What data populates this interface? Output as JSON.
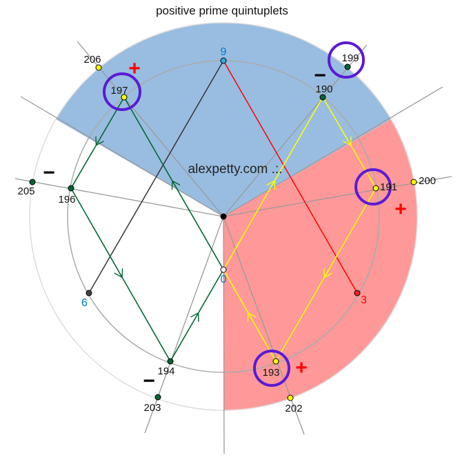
{
  "title": "positive prime quintuplets",
  "watermark": "alexpetty.com .:.",
  "residues": {
    "r9": "9",
    "r3": "3",
    "r6": "6",
    "r0": "0"
  },
  "numbers": {
    "n190": "190",
    "n191": "191",
    "n193": "193",
    "n194": "194",
    "n196": "196",
    "n197": "197",
    "n199": "199",
    "n200": "200",
    "n202": "202",
    "n203": "203",
    "n205": "205",
    "n206": "206"
  },
  "signs": {
    "plus": "+",
    "minus": "−"
  },
  "colors": {
    "blue_sector": "#99bde0",
    "red_sector": "#ff9999",
    "highlight": "#5a1ad6",
    "green": "#006633",
    "yellow": "#ffff00",
    "red": "#ff0000",
    "blue_text": "#0077cc"
  }
}
